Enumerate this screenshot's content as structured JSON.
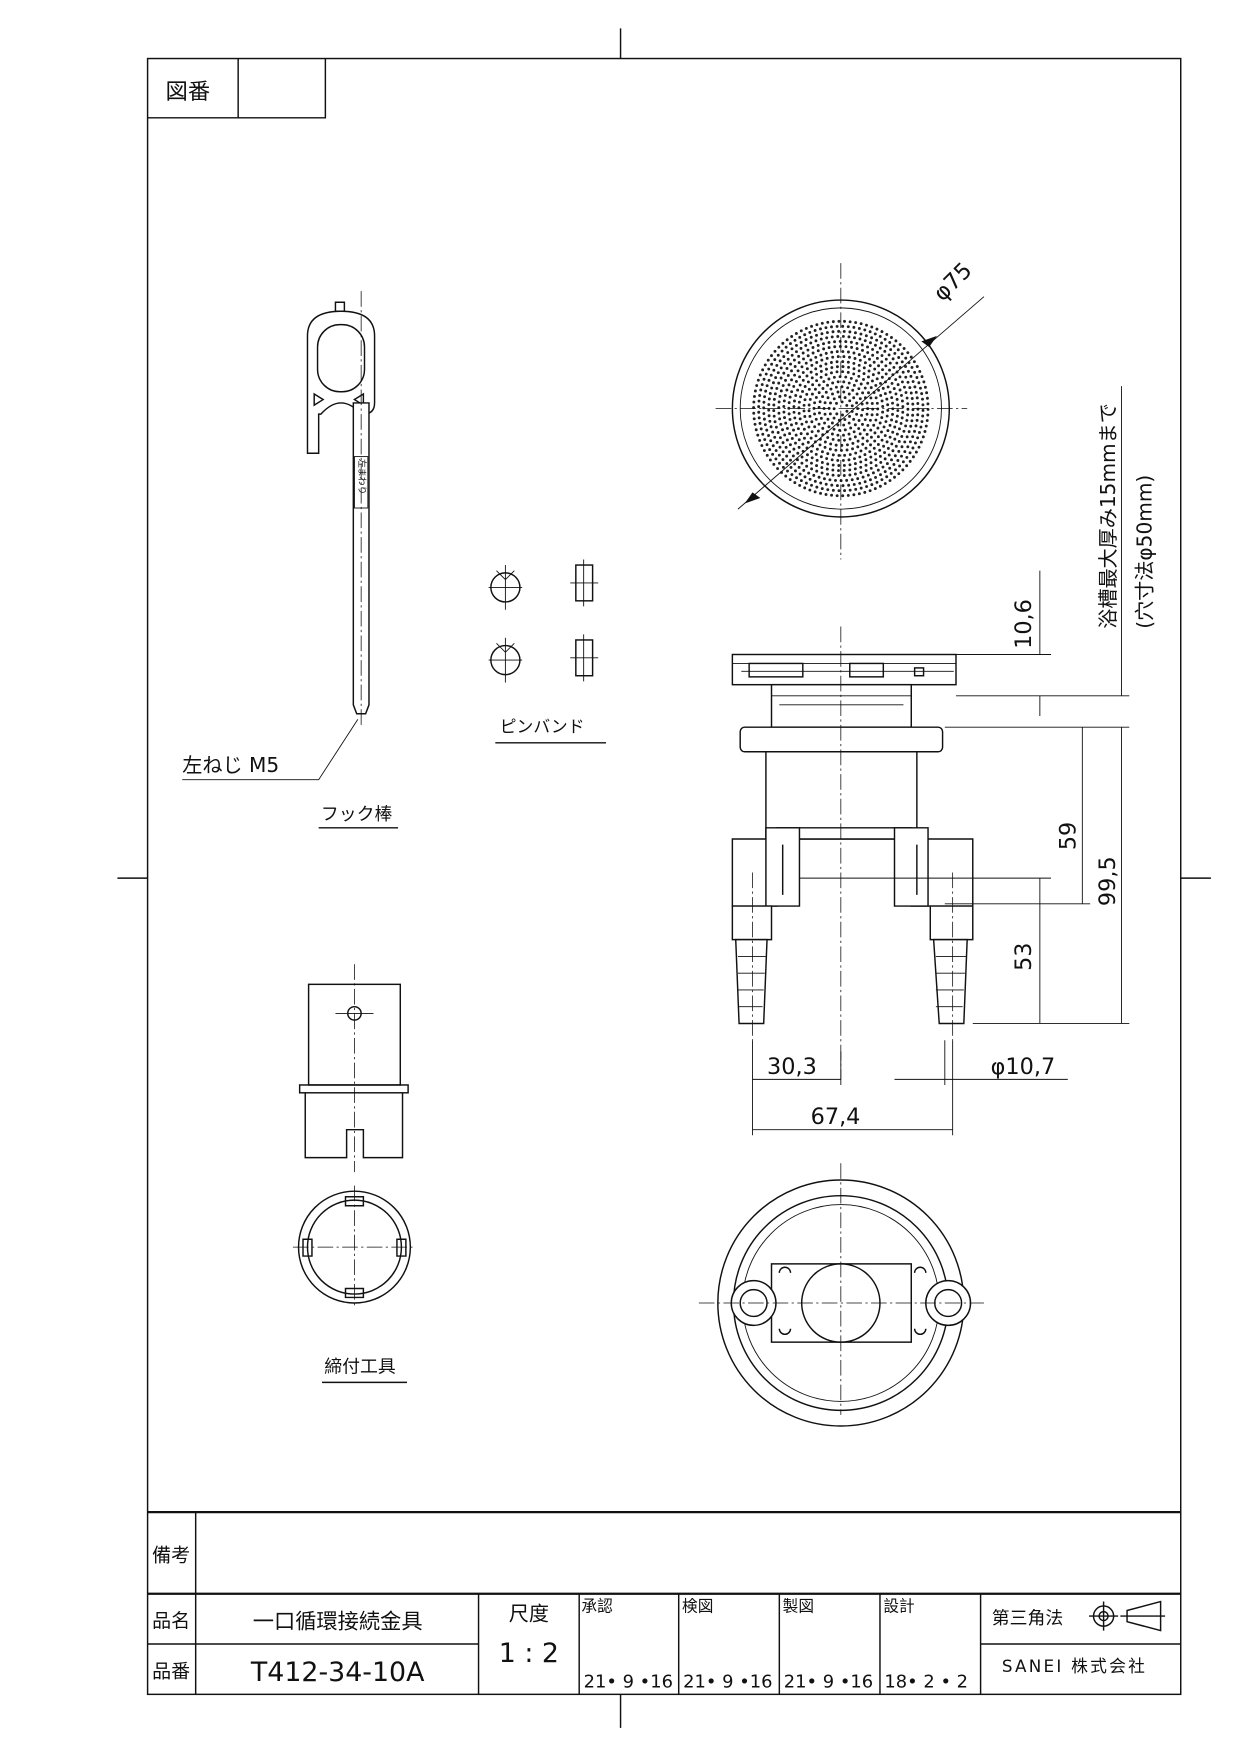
{
  "frame": {
    "drawing_number_label": "図番",
    "drawing_number_value": "",
    "remarks_label": "備考",
    "remarks_value": ""
  },
  "title_block": {
    "name_label": "品名",
    "name_value": "一口循環接続金具",
    "number_label": "品番",
    "number_value": "T412-34-10A",
    "scale_label": "尺度",
    "scale_value": "1 : 2",
    "approval_label": "承認",
    "approval_date": "21• 9 •16",
    "check_label": "検図",
    "check_date": "21• 9 •16",
    "drafting_label": "製図",
    "drafting_date": "21• 9 •16",
    "design_label": "設計",
    "design_date": "18• 2 • 2",
    "projection_label": "第三角法",
    "company": "SANEI 株式会社"
  },
  "parts": {
    "hook_rod_label": "フック棒",
    "hook_rod_thread": "左ねじ  M5",
    "hook_rod_marking": "左まわり",
    "pin_band_label": "ピンバンド",
    "tool_label": "締付工具"
  },
  "dimensions": {
    "strainer_diameter": "φ75",
    "flange_height": "10,6",
    "dim_59": "59",
    "dim_99_5": "99,5",
    "dim_53": "53",
    "dim_30_3": "30,3",
    "hose_diameter": "φ10,7",
    "dim_67_4": "67,4",
    "note_thickness": "浴槽最大厚み15mmまで",
    "note_hole": "(穴寸法φ50mm)"
  }
}
